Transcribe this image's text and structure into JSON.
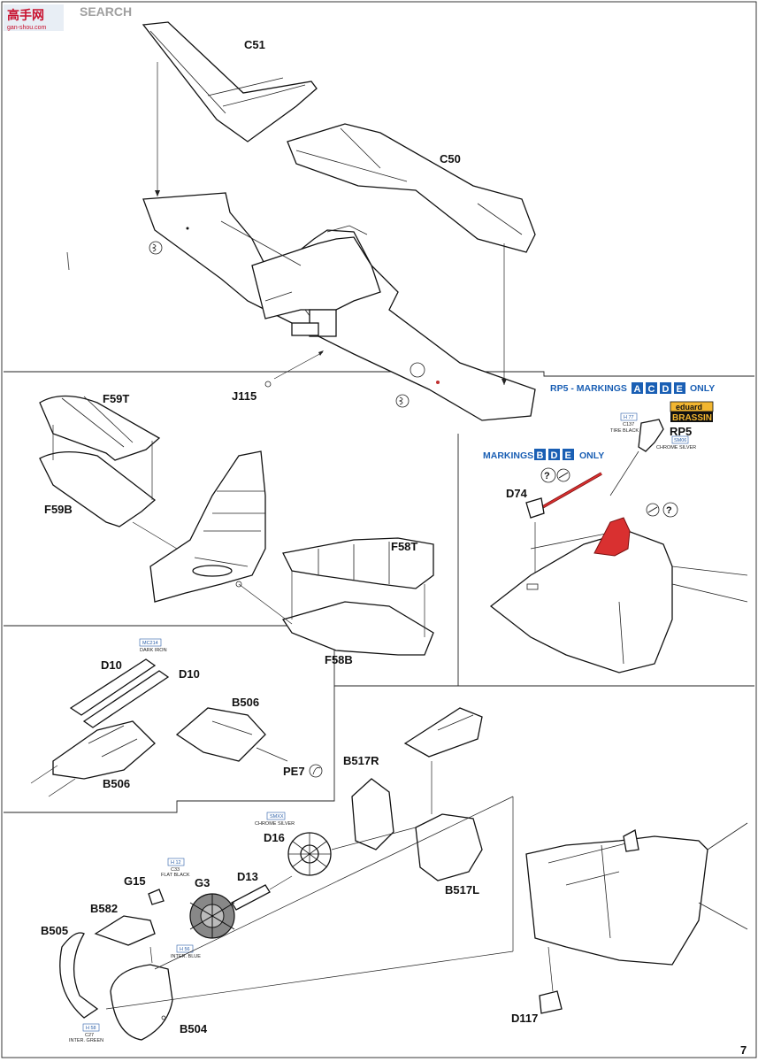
{
  "watermark": {
    "top": "SEARCH",
    "bottom": "gan-shou.com"
  },
  "page_number": "7",
  "labels": {
    "c51": "C51",
    "c50": "C50",
    "j115": "J115",
    "f59t": "F59T",
    "f59b": "F59B",
    "f58t": "F58T",
    "f58b": "F58B",
    "rp5": "RP5",
    "d74": "D74",
    "d10a": "D10",
    "d10b": "D10",
    "b506a": "B506",
    "b506b": "B506",
    "pe7": "PE7",
    "b517r": "B517R",
    "b517l": "B517L",
    "d16": "D16",
    "d13": "D13",
    "g3": "G3",
    "g15": "G15",
    "b582": "B582",
    "b505": "B505",
    "b504": "B504",
    "d117": "D117"
  },
  "rp5_banner": {
    "prefix": "RP5 - MARKINGS",
    "letters": [
      "A",
      "C",
      "D",
      "E"
    ],
    "suffix": "ONLY"
  },
  "bde_banner": {
    "prefix": "MARKINGS",
    "letters": [
      "B",
      "D",
      "E"
    ],
    "suffix": "ONLY"
  },
  "brassin": {
    "line1": "eduard",
    "line2": "BRASSIN"
  },
  "paints": {
    "h77": {
      "code": "H 77",
      "alt": "C137",
      "name": "TIRE BLACK"
    },
    "sm06": {
      "code": "SM06",
      "name": "CHROME SILVER"
    },
    "mc214": {
      "code": "MC214",
      "name": "DARK IRON"
    },
    "smxx": {
      "code": "SMXX",
      "name": "CHROME SILVER"
    },
    "h12": {
      "code": "H 12",
      "alt": "C33",
      "name": "FLAT BLACK"
    },
    "h56": {
      "code": "H 56",
      "name": "INTER. BLUE"
    },
    "h58": {
      "code": "H 58",
      "alt": "C27",
      "name": "INTER. GREEN"
    }
  },
  "colors": {
    "instruction_blue": "#1a5fb4",
    "highlight_red": "#d93030",
    "line": "#111111"
  },
  "icons": [
    "glue-icon",
    "optional-question-icon",
    "bend-arrow-icon",
    "drill-icon"
  ]
}
